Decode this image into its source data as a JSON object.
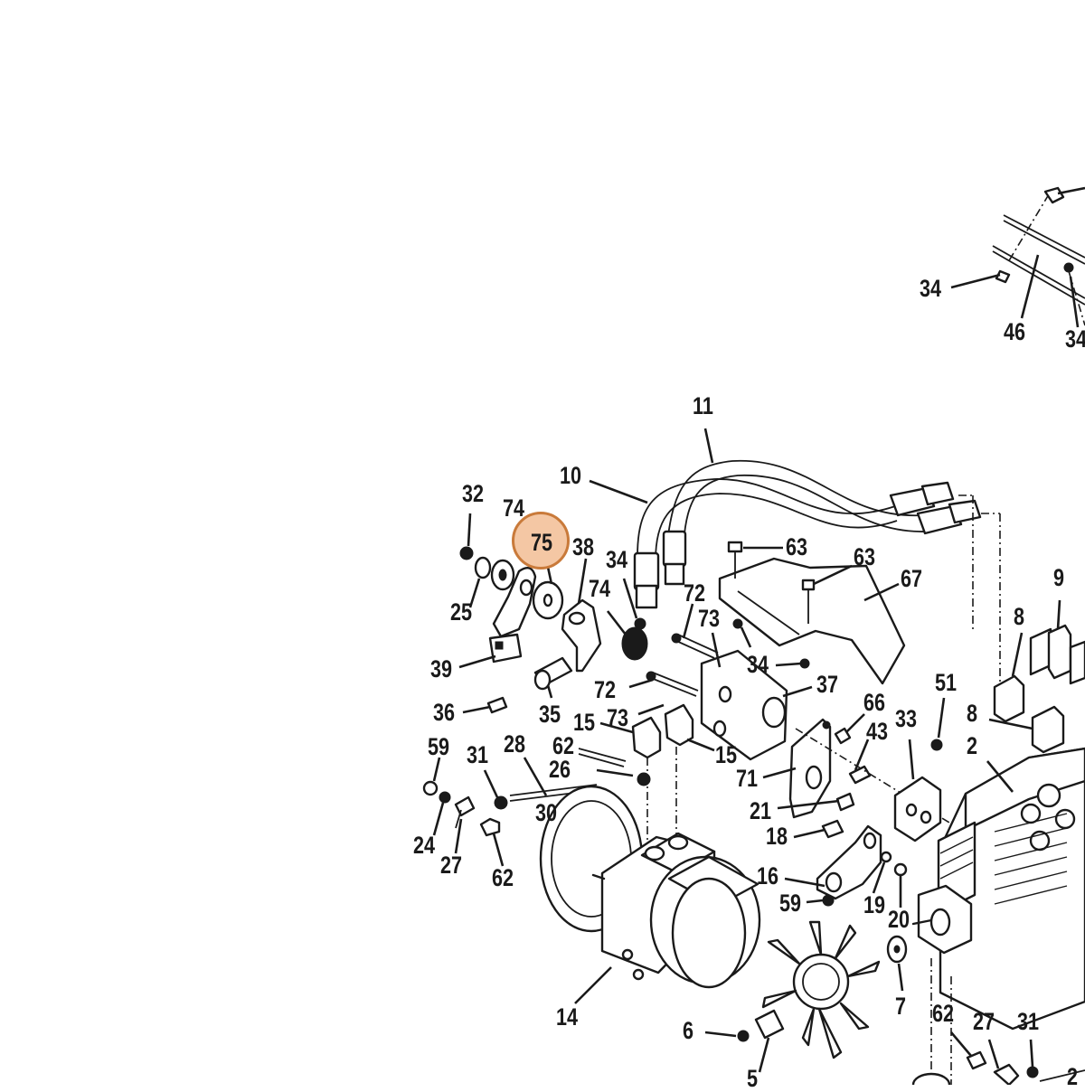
{
  "highlight": {
    "label": "75",
    "color_fill": "#f4c7a4",
    "color_ring": "#c97a3a"
  },
  "line_color": "#1a1a1a",
  "callouts": [
    {
      "id": "c34-top",
      "label": "34"
    },
    {
      "id": "c46",
      "label": "46"
    },
    {
      "id": "c34-topright",
      "label": "34"
    },
    {
      "id": "c11",
      "label": "11"
    },
    {
      "id": "c10",
      "label": "10"
    },
    {
      "id": "c32",
      "label": "32"
    },
    {
      "id": "c74-a",
      "label": "74"
    },
    {
      "id": "c38",
      "label": "38"
    },
    {
      "id": "c34-b",
      "label": "34"
    },
    {
      "id": "c63-a",
      "label": "63"
    },
    {
      "id": "c63-b",
      "label": "63"
    },
    {
      "id": "c67",
      "label": "67"
    },
    {
      "id": "c9",
      "label": "9"
    },
    {
      "id": "c25",
      "label": "25"
    },
    {
      "id": "c74-b",
      "label": "74"
    },
    {
      "id": "c72-a",
      "label": "72"
    },
    {
      "id": "c8-a",
      "label": "8"
    },
    {
      "id": "c73-a",
      "label": "73"
    },
    {
      "id": "c39",
      "label": "39"
    },
    {
      "id": "c34-c",
      "label": "34"
    },
    {
      "id": "c37",
      "label": "37"
    },
    {
      "id": "c72-b",
      "label": "72"
    },
    {
      "id": "c51",
      "label": "51"
    },
    {
      "id": "c36",
      "label": "36"
    },
    {
      "id": "c35",
      "label": "35"
    },
    {
      "id": "c73-b",
      "label": "73"
    },
    {
      "id": "c66",
      "label": "66"
    },
    {
      "id": "c8-b",
      "label": "8"
    },
    {
      "id": "c43",
      "label": "43"
    },
    {
      "id": "c33",
      "label": "33"
    },
    {
      "id": "c15-a",
      "label": "15"
    },
    {
      "id": "c62-a",
      "label": "62"
    },
    {
      "id": "c15-b",
      "label": "15"
    },
    {
      "id": "c2",
      "label": "2"
    },
    {
      "id": "c59-a",
      "label": "59"
    },
    {
      "id": "c31-a",
      "label": "31"
    },
    {
      "id": "c28",
      "label": "28"
    },
    {
      "id": "c26",
      "label": "26"
    },
    {
      "id": "c71",
      "label": "71"
    },
    {
      "id": "c30",
      "label": "30"
    },
    {
      "id": "c21",
      "label": "21"
    },
    {
      "id": "c18",
      "label": "18"
    },
    {
      "id": "c24",
      "label": "24"
    },
    {
      "id": "c27-a",
      "label": "27"
    },
    {
      "id": "c62-b",
      "label": "62"
    },
    {
      "id": "c16",
      "label": "16"
    },
    {
      "id": "c59-b",
      "label": "59"
    },
    {
      "id": "c19",
      "label": "19"
    },
    {
      "id": "c20",
      "label": "20"
    },
    {
      "id": "c7",
      "label": "7"
    },
    {
      "id": "c14",
      "label": "14"
    },
    {
      "id": "c6",
      "label": "6"
    },
    {
      "id": "c62-c",
      "label": "62"
    },
    {
      "id": "c27-b",
      "label": "27"
    },
    {
      "id": "c31-b",
      "label": "31"
    },
    {
      "id": "c5",
      "label": "5"
    },
    {
      "id": "c2-bottom",
      "label": "2"
    }
  ]
}
